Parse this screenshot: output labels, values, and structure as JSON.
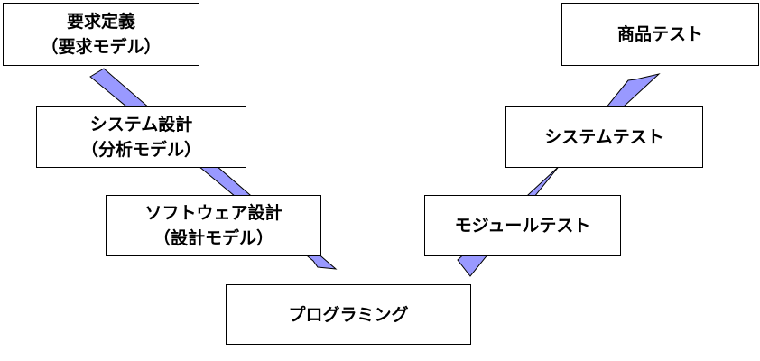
{
  "diagram": {
    "arrow_color": "#9999ff",
    "boxes": [
      {
        "id": "requirements",
        "lines": [
          "要求定義",
          "（要求モデル）"
        ]
      },
      {
        "id": "system-design",
        "lines": [
          "システム設計",
          "（分析モデル）"
        ]
      },
      {
        "id": "software-design",
        "lines": [
          "ソフトウェア設計",
          "（設計モデル）"
        ]
      },
      {
        "id": "programming",
        "lines": [
          "プログラミング"
        ]
      },
      {
        "id": "module-test",
        "lines": [
          "モジュールテスト"
        ]
      },
      {
        "id": "system-test",
        "lines": [
          "システムテスト"
        ]
      },
      {
        "id": "product-test",
        "lines": [
          "商品テスト"
        ]
      }
    ]
  }
}
